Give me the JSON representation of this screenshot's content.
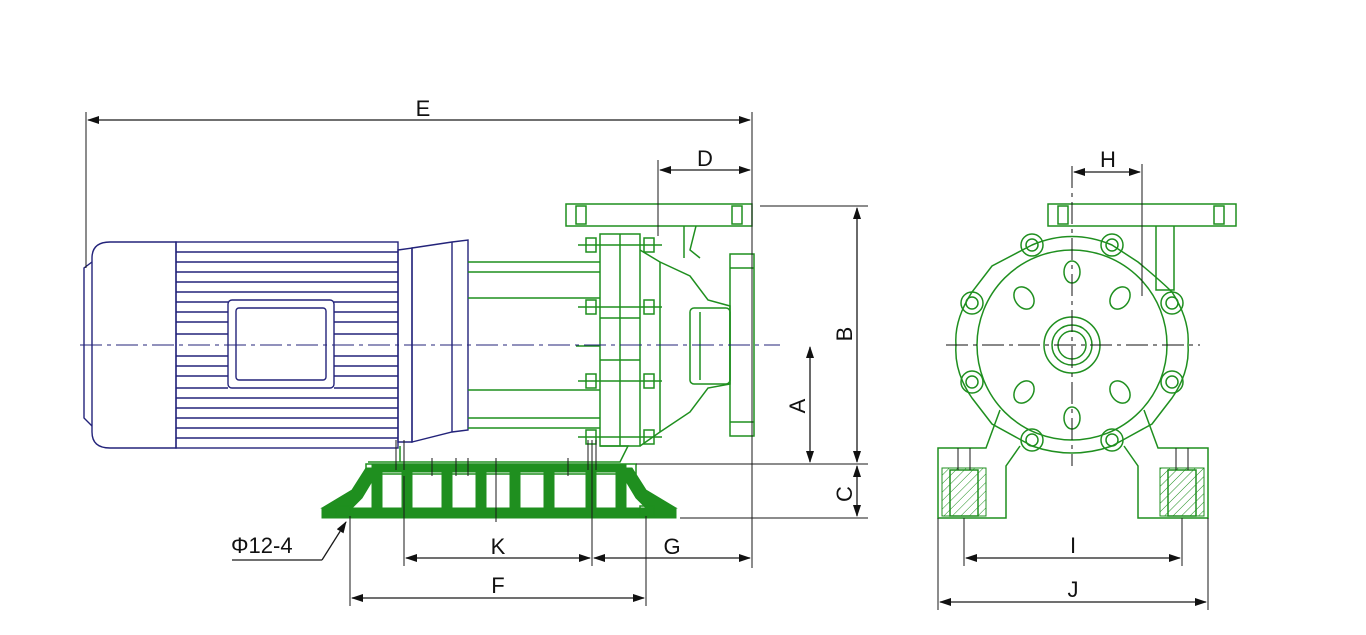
{
  "dimensions": {
    "A": "A",
    "B": "B",
    "C": "C",
    "D": "D",
    "E": "E",
    "F": "F",
    "G": "G",
    "H": "H",
    "I": "I",
    "J": "J",
    "K": "K"
  },
  "hole_note": "Φ12-4",
  "colors": {
    "motor": "#23237a",
    "pump": "#1f8f1f",
    "dimension": "#1a1a1a"
  }
}
